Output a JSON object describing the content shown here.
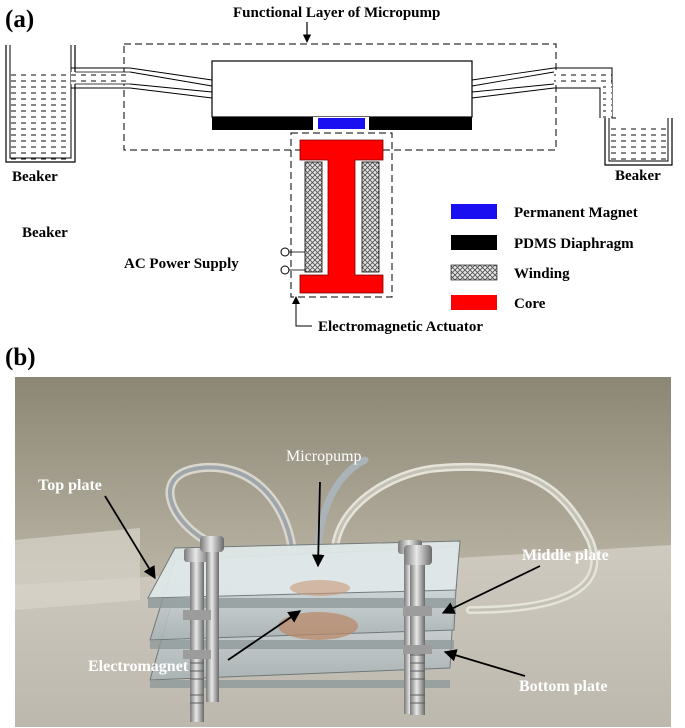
{
  "panel_a": {
    "label": "(a)",
    "functional_layer": "Functional Layer of Micropump",
    "beaker_left": "Beaker",
    "beaker_right": "Beaker",
    "beaker_extra": "Beaker",
    "ac_power": "AC Power Supply",
    "actuator": "Electromagnetic Actuator",
    "legend": [
      {
        "label": "Permanent Magnet",
        "color": "#1a0ff0"
      },
      {
        "label": "PDMS Diaphragm",
        "color": "#000000"
      },
      {
        "label": "Winding",
        "color": "#c8c8c8"
      },
      {
        "label": "Core",
        "color": "#ff0000"
      }
    ]
  },
  "panel_b": {
    "label": "(b)",
    "micropump": "Micropump",
    "top_plate": "Top plate",
    "middle_plate": "Middle plate",
    "electromagnet": "Electromagnet",
    "bottom_plate": "Bottom plate"
  }
}
